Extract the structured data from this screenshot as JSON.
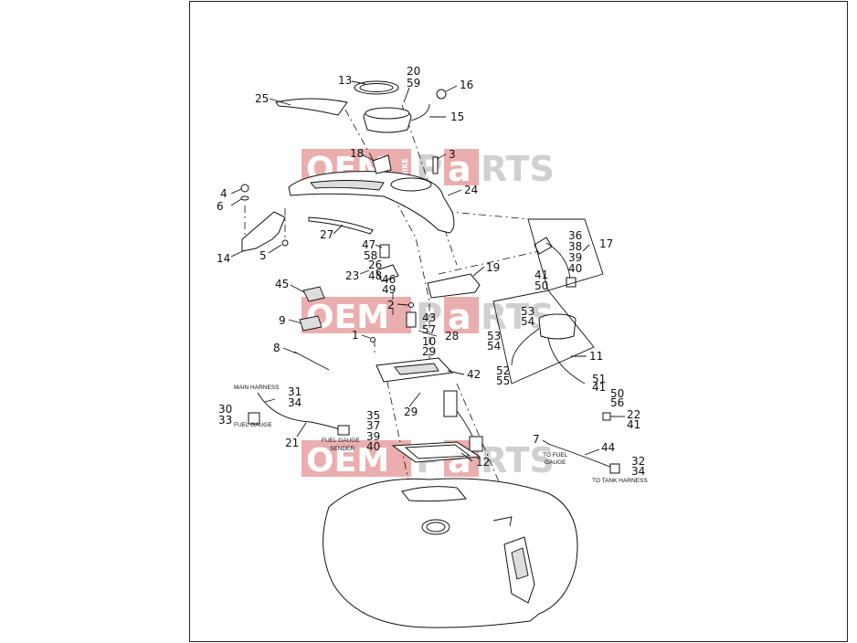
{
  "watermark": {
    "text_left": "OEM",
    "text_middle": "BIKE",
    "text_right_a": "P",
    "text_right_b": "a",
    "text_right_c": "RTS",
    "accent_color": "#e8a0a0",
    "gray_color": "#c8c8c8"
  },
  "callouts": {
    "c13": "13",
    "c20": "20",
    "c59": "59",
    "c16": "16",
    "c25": "25",
    "c15": "15",
    "c18": "18",
    "c3": "3",
    "c4": "4",
    "c6": "6",
    "c24": "24",
    "c27": "27",
    "c14": "14",
    "c5": "5",
    "c47": "47",
    "c58": "58",
    "c26": "26",
    "c23": "23",
    "c48": "48",
    "c46": "46",
    "c49": "49",
    "c36": "36",
    "c38": "38",
    "c39a": "39",
    "c40a": "40",
    "c17": "17",
    "c41a": "41",
    "c50a": "50",
    "c19": "19",
    "c45": "45",
    "c2": "2",
    "c53a": "53",
    "c54a": "54",
    "c43": "43",
    "c57": "57",
    "c9": "9",
    "c1": "1",
    "c10": "10",
    "c28": "28",
    "c29a": "29",
    "c53b": "53",
    "c54b": "54",
    "c11": "11",
    "c8": "8",
    "c42": "42",
    "c52": "52",
    "c55": "55",
    "c51": "51",
    "c41b": "41",
    "c31": "31",
    "c34a": "34",
    "c50b": "50",
    "c56": "56",
    "c30": "30",
    "c33": "33",
    "c29b": "29",
    "c22": "22",
    "c41c": "41",
    "c35": "35",
    "c37": "37",
    "c39b": "39",
    "c40b": "40",
    "c21": "21",
    "c7": "7",
    "c44": "44",
    "c12": "12",
    "c32": "32",
    "c34b": "34"
  },
  "notes": {
    "main_harness": "MAIN HARNESS",
    "fuel_gauge": "FUEL GAUGE",
    "fuel_gauge_sender_1": "FUEL GAUGE",
    "fuel_gauge_sender_2": "SENDER",
    "to_fuel_gauge_1": "TO FUEL",
    "to_fuel_gauge_2": "GAUGE",
    "to_tank_harness": "TO TANK HARNESS"
  }
}
